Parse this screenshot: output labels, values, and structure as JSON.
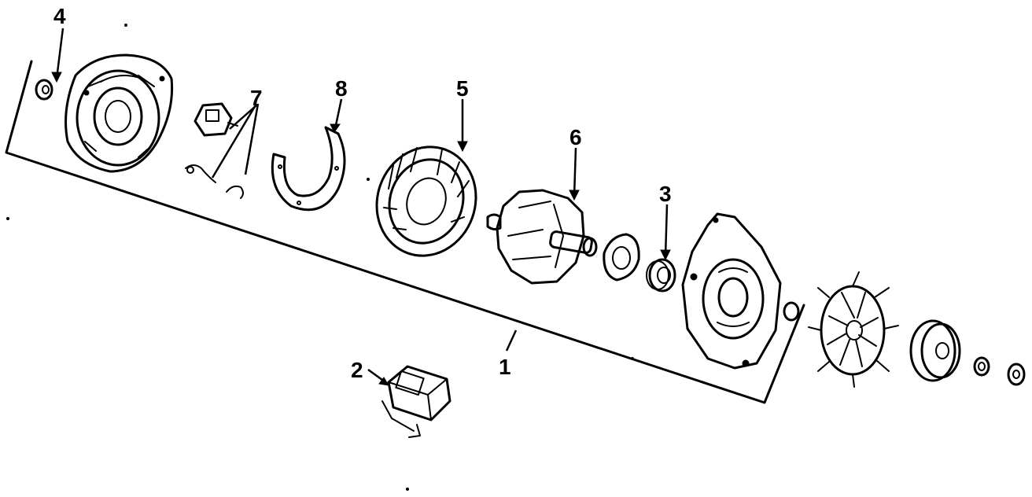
{
  "diagram": {
    "ink_color": "#000000",
    "background": "#ffffff",
    "callouts": [
      {
        "id": "4",
        "text": "4"
      },
      {
        "id": "7",
        "text": "7"
      },
      {
        "id": "8",
        "text": "8"
      },
      {
        "id": "5",
        "text": "5"
      },
      {
        "id": "6",
        "text": "6"
      },
      {
        "id": "3",
        "text": "3"
      },
      {
        "id": "2",
        "text": "2"
      },
      {
        "id": "1",
        "text": "1"
      }
    ]
  }
}
